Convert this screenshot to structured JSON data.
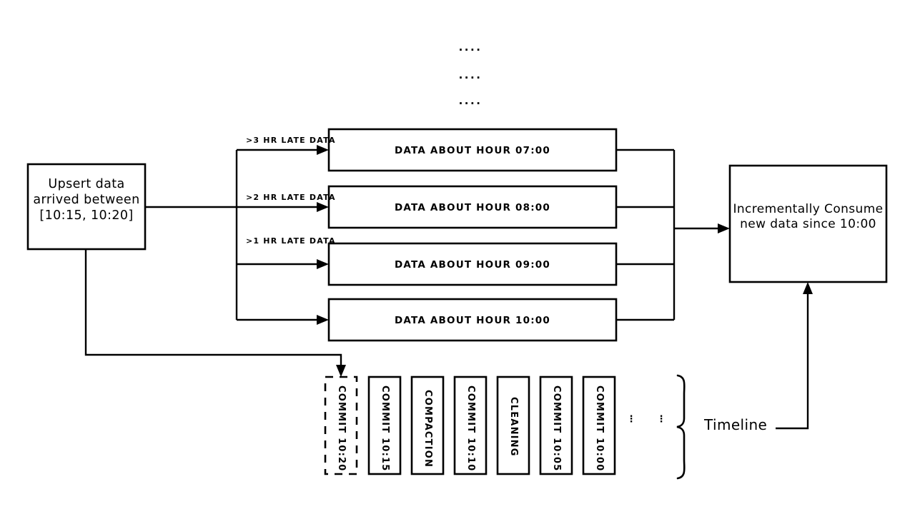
{
  "diagram": {
    "title_text": "",
    "colors": {
      "stroke": "#000000",
      "background": "#ffffff",
      "fill": "#ffffff"
    },
    "source_box": {
      "lines": [
        "Upsert data",
        "arrived between",
        "[10:15, 10:20]"
      ],
      "text": "Upsert data\narrived between\n[10:15, 10:20]"
    },
    "late_labels": [
      {
        "label": ">3 HR LATE DATA"
      },
      {
        "label": ">2 HR LATE DATA"
      },
      {
        "label": ">1 HR LATE DATA"
      }
    ],
    "hour_boxes": [
      {
        "label": "DATA ABOUT HOUR 07:00"
      },
      {
        "label": "DATA ABOUT HOUR 08:00"
      },
      {
        "label": "DATA ABOUT HOUR 09:00"
      },
      {
        "label": "DATA ABOUT HOUR 10:00"
      }
    ],
    "consume_box": {
      "lines": [
        "Incrementally Consume",
        "new data since 10:00"
      ],
      "text": "Incrementally Consume\nnew data since 10:00"
    },
    "top_ellipsis": [
      "....",
      "....",
      "...."
    ],
    "timeline": {
      "label": "Timeline",
      "ellipsis_columns": [
        "⋮",
        "⋮"
      ],
      "commits": [
        {
          "label": "COMMIT 10:20",
          "style": "dashed"
        },
        {
          "label": "COMMIT 10:15",
          "style": "solid"
        },
        {
          "label": "COMPACTION",
          "style": "solid"
        },
        {
          "label": "COMMIT 10:10",
          "style": "solid"
        },
        {
          "label": "CLEANING",
          "style": "solid"
        },
        {
          "label": "COMMIT 10:05",
          "style": "solid"
        },
        {
          "label": "COMMIT 10:00",
          "style": "solid"
        }
      ]
    }
  }
}
